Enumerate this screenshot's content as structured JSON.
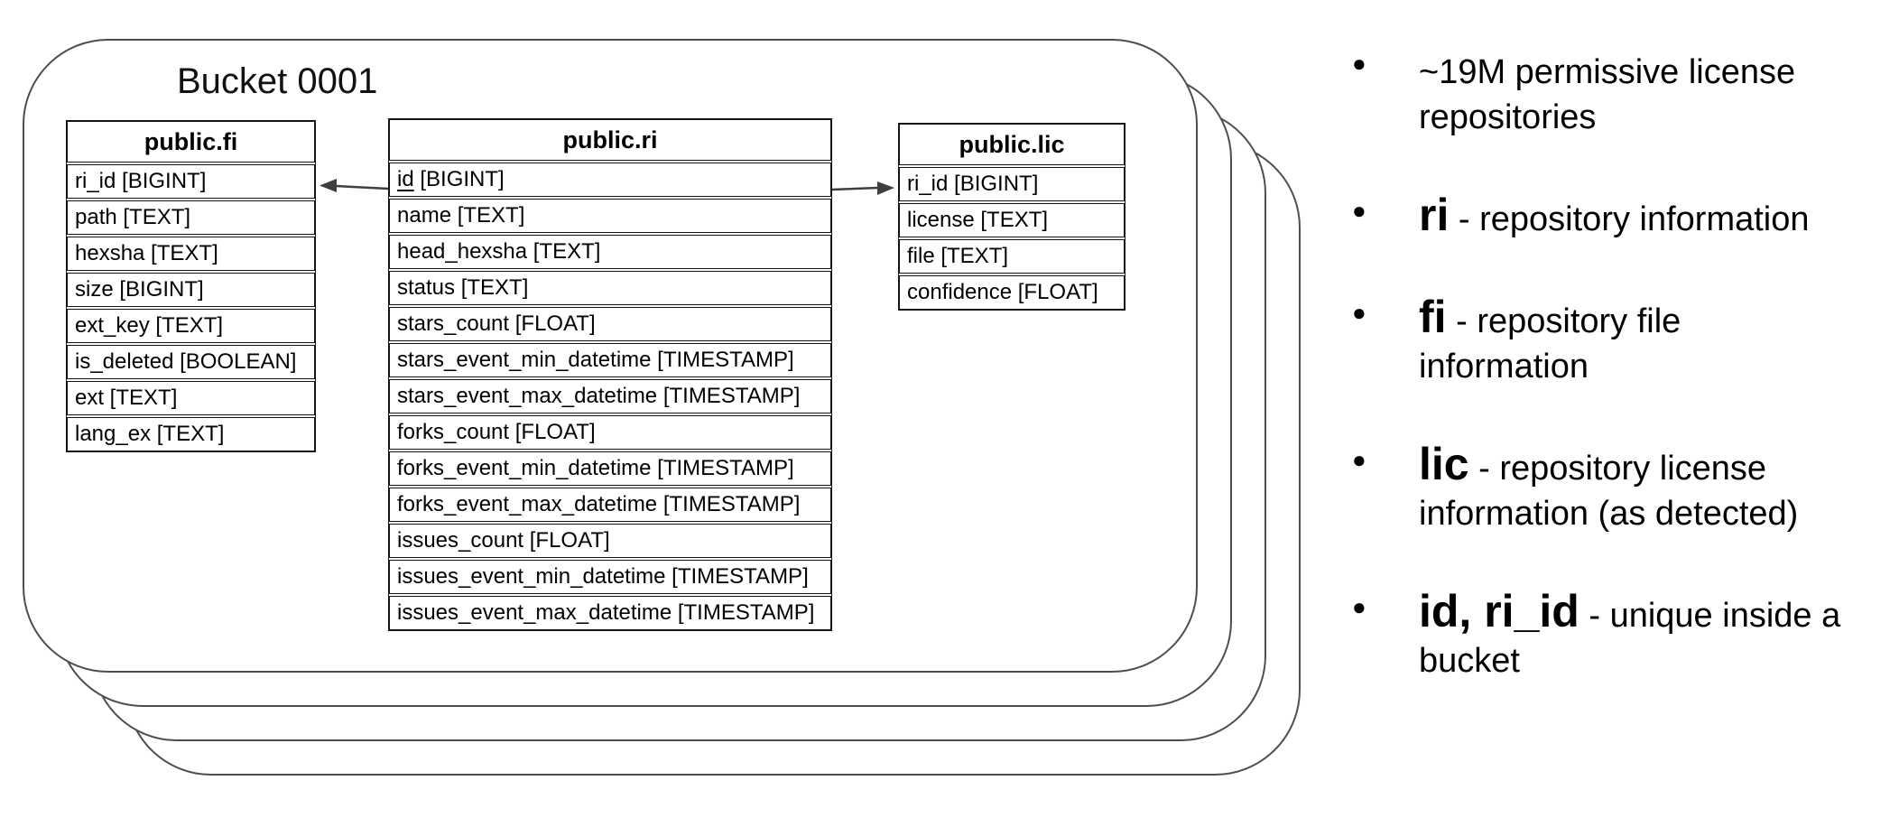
{
  "bucket": {
    "title": "Bucket 0001"
  },
  "tables": {
    "fi": {
      "name": "public.fi",
      "columns": [
        "ri_id [BIGINT]",
        "path [TEXT]",
        "hexsha [TEXT]",
        "size [BIGINT]",
        "ext_key [TEXT]",
        "is_deleted [BOOLEAN]",
        "ext [TEXT]",
        "lang_ex [TEXT]"
      ]
    },
    "ri": {
      "name": "public.ri",
      "key": {
        "name": "id",
        "type": " [BIGINT]"
      },
      "columns": [
        "name [TEXT]",
        "head_hexsha [TEXT]",
        "status [TEXT]",
        "stars_count [FLOAT]",
        "stars_event_min_datetime [TIMESTAMP]",
        "stars_event_max_datetime [TIMESTAMP]",
        "forks_count [FLOAT]",
        "forks_event_min_datetime [TIMESTAMP]",
        "forks_event_max_datetime [TIMESTAMP]",
        "issues_count [FLOAT]",
        "issues_event_min_datetime [TIMESTAMP]",
        "issues_event_max_datetime [TIMESTAMP]"
      ]
    },
    "lic": {
      "name": "public.lic",
      "columns": [
        "ri_id [BIGINT]",
        "license [TEXT]",
        "file [TEXT]",
        "confidence [FLOAT]"
      ]
    }
  },
  "bullets": [
    {
      "term": "",
      "text": "~19M permissive license\nrepositories"
    },
    {
      "term": "ri",
      "text": " - repository information"
    },
    {
      "term": "fi",
      "text": " - repository file\ninformation"
    },
    {
      "term": "lic",
      "text": " - repository license\ninformation (as detected)"
    },
    {
      "term": "id, ri_id",
      "text": " - unique inside a\nbucket"
    }
  ],
  "icons": {
    "bullet_marker": "●"
  },
  "colors": {
    "card_border": "#4e4e4e",
    "table_border": "#141414",
    "arrow": "#3f3f3f",
    "text": "#000000",
    "background": "#ffffff"
  }
}
